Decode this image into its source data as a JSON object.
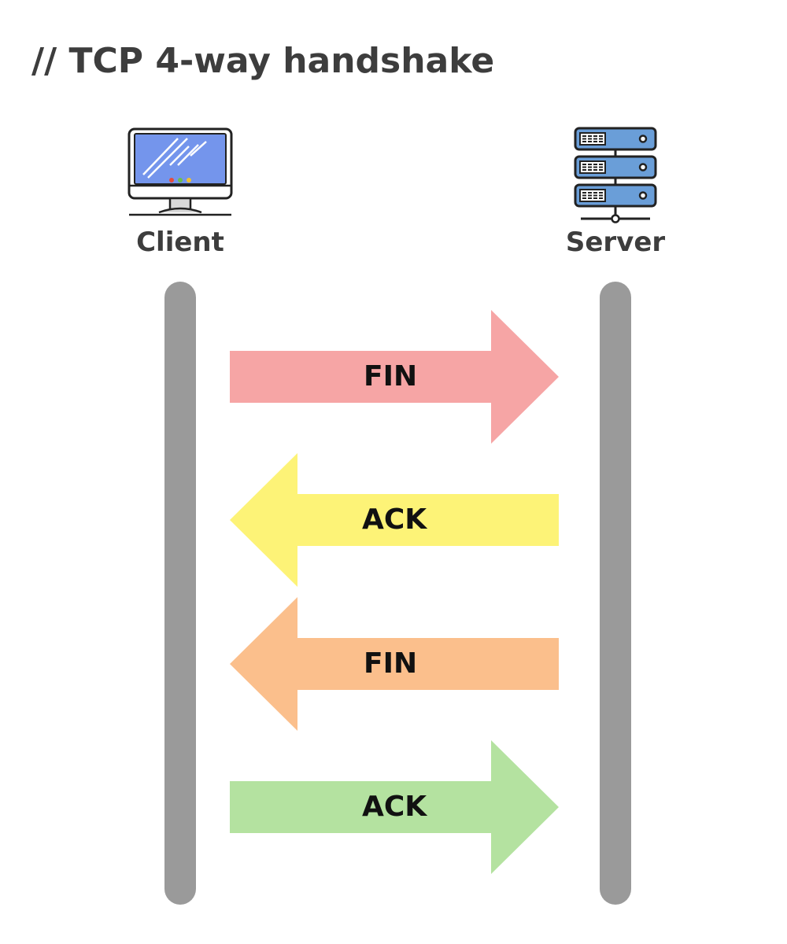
{
  "title": "// TCP 4-way handshake",
  "nodes": {
    "client": {
      "label": "Client",
      "icon": "monitor-icon"
    },
    "server": {
      "label": "Server",
      "icon": "server-rack-icon"
    }
  },
  "messages": [
    {
      "label": "FIN",
      "direction": "client-to-server",
      "color": "#f6a5a5"
    },
    {
      "label": "ACK",
      "direction": "server-to-client",
      "color": "#fdf377"
    },
    {
      "label": "FIN",
      "direction": "server-to-client",
      "color": "#fbbf8c"
    },
    {
      "label": "ACK",
      "direction": "client-to-server",
      "color": "#b4e2a0"
    }
  ],
  "colors": {
    "lifeline": "#9a9a9a",
    "text": "#3d3d3d",
    "monitor_screen": "#7495ec",
    "server_unit": "#6a9ed8"
  }
}
